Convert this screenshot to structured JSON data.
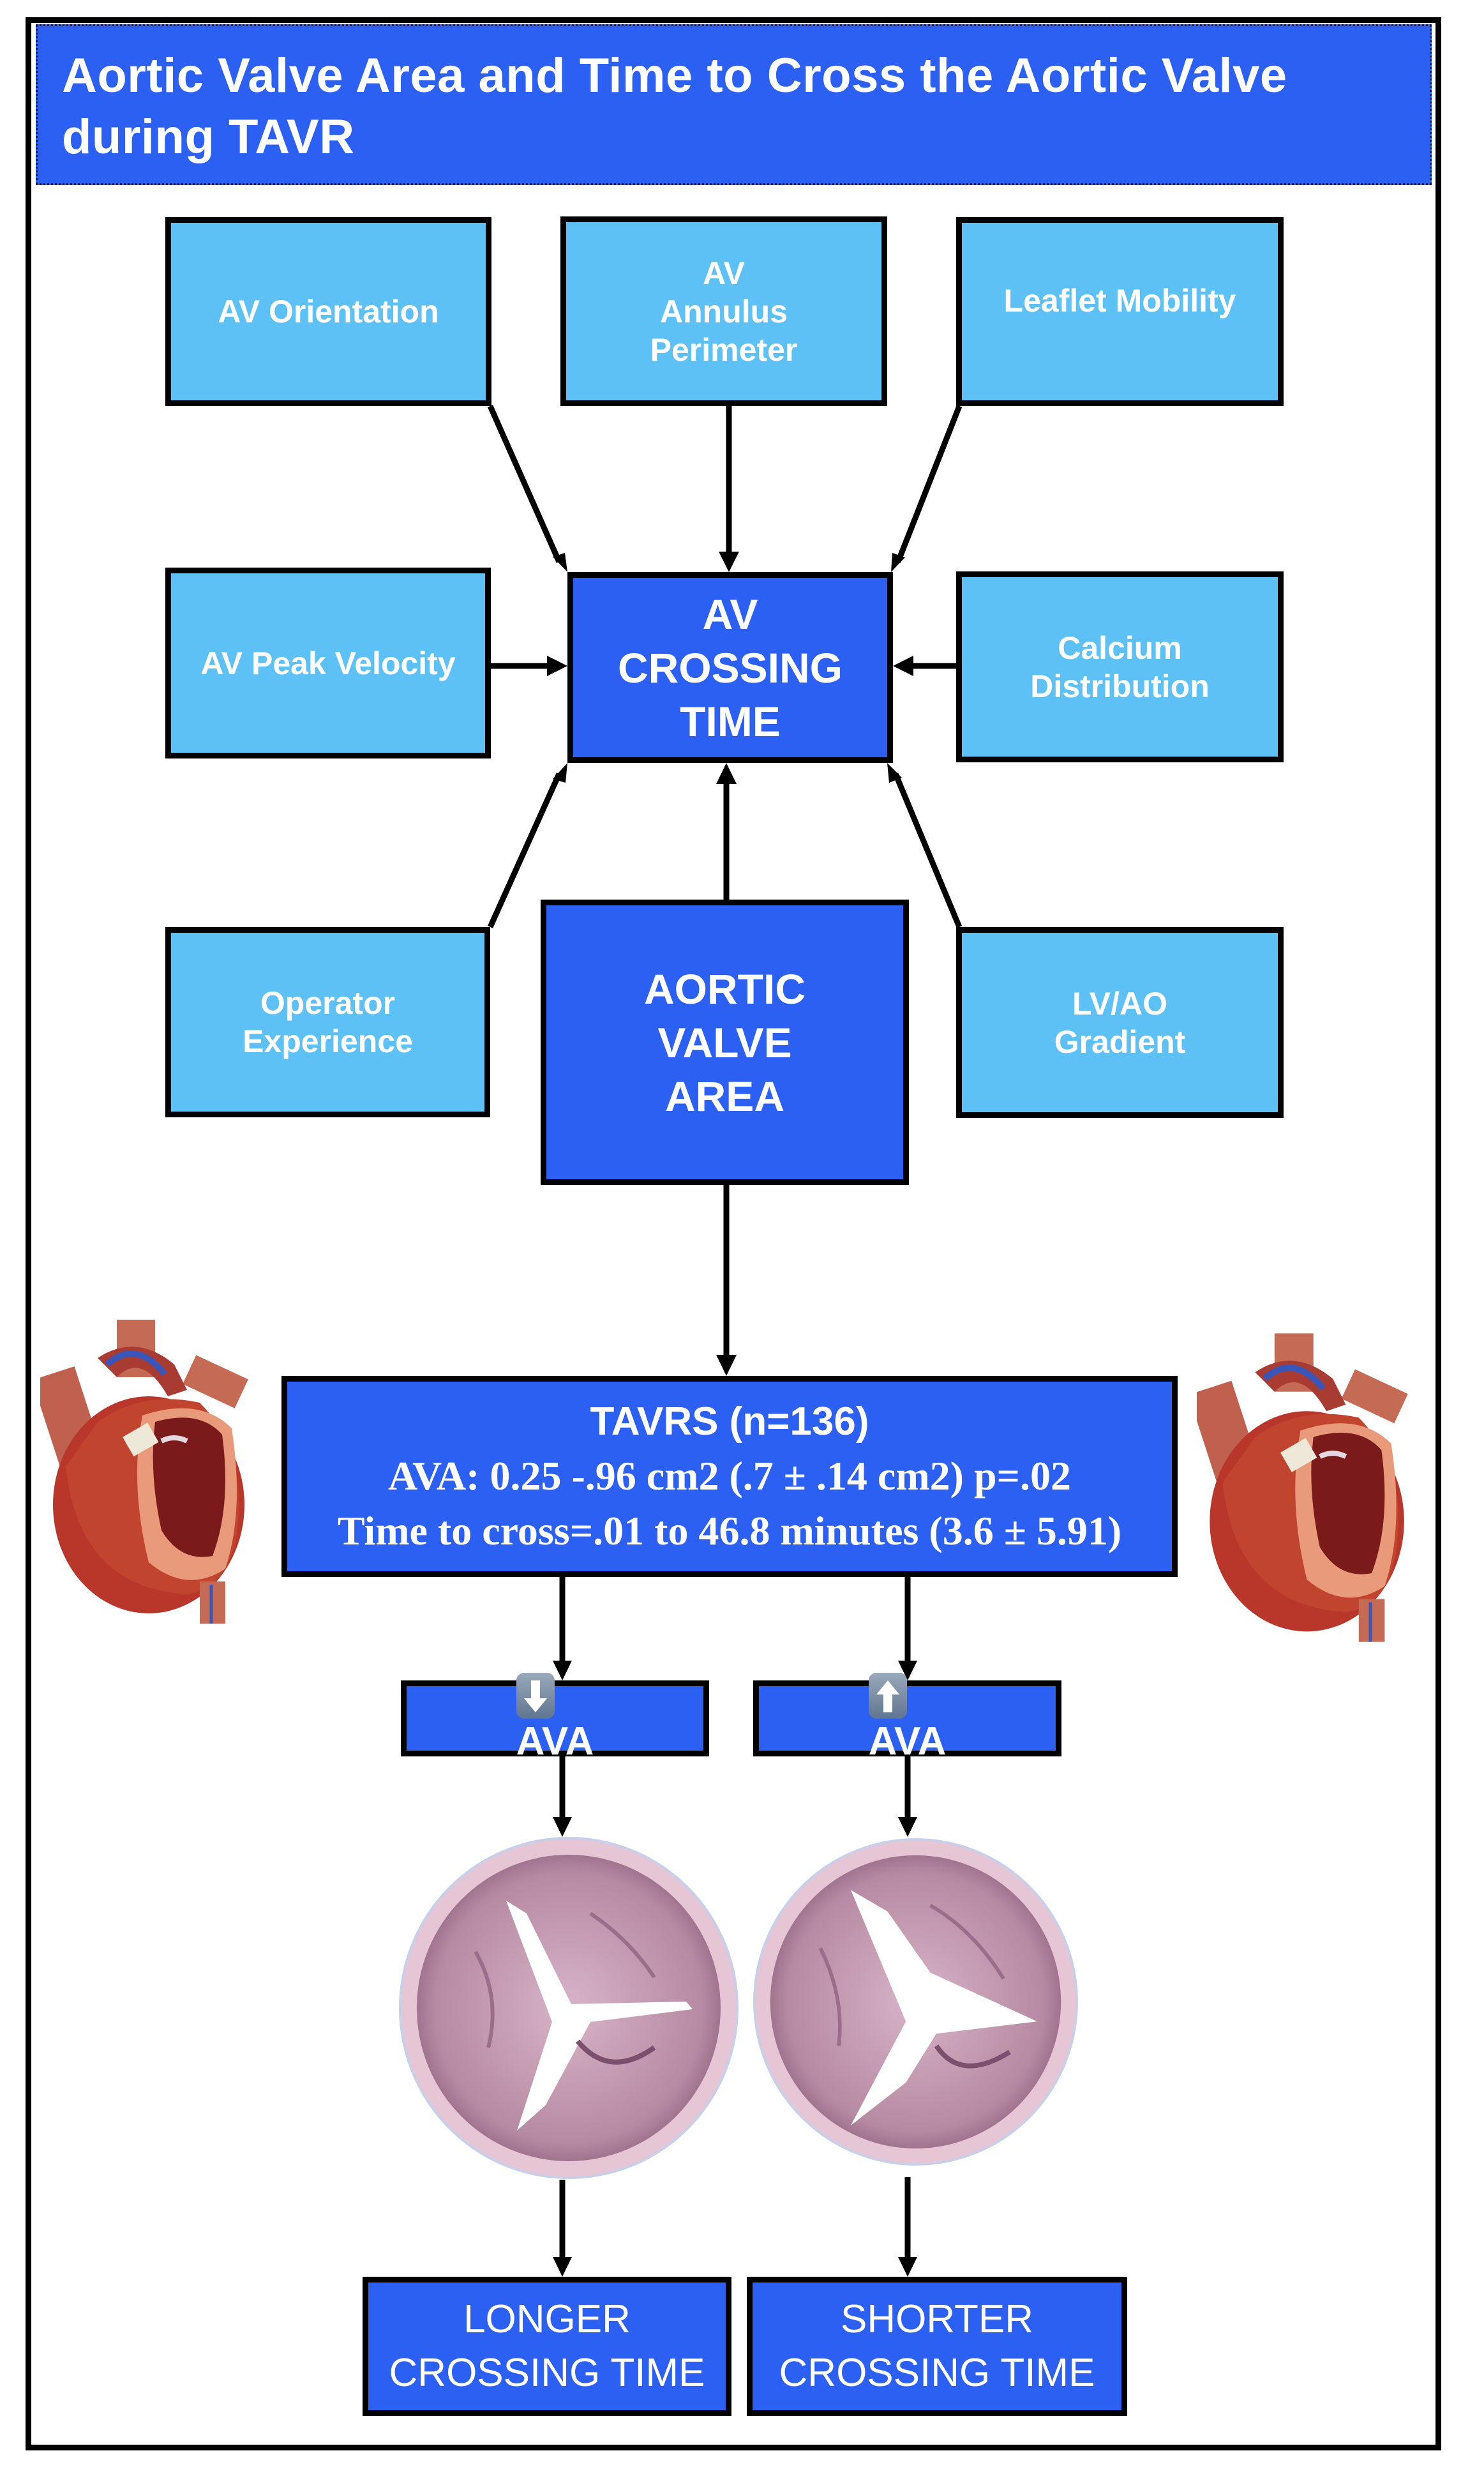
{
  "title": "Aortic Valve Area and Time to Cross the Aortic Valve during TAVR",
  "colors": {
    "primary_box": "#2B60F2",
    "factor_box": "#5DC1F5",
    "border": "#000000",
    "text": "#FFFFFF"
  },
  "factors": {
    "av_orientation": "AV Orientation",
    "av_annulus_perimeter": [
      "AV",
      "Annulus",
      "Perimeter"
    ],
    "leaflet_mobility": "Leaflet Mobility",
    "av_peak_velocity": "AV Peak Velocity",
    "calcium_distribution": [
      "Calcium",
      "Distribution"
    ],
    "operator_experience": [
      "Operator",
      "Experience"
    ],
    "lv_ao_gradient": [
      "LV/AO",
      "Gradient"
    ]
  },
  "av_crossing_time": [
    "AV",
    "CROSSING",
    "TIME"
  ],
  "aortic_valve_area": [
    "AORTIC",
    "VALVE",
    "AREA"
  ],
  "study": {
    "title": "TAVRS (n=136)",
    "ava_line": "AVA: 0.25 -.96 cm2 (.7 ± .14 cm2) p=.02",
    "time_line": "Time to cross=.01 to 46.8 minutes (3.6 ± 5.91)"
  },
  "branches": {
    "low": {
      "icon": "down-arrow-emoji",
      "label": "AVA",
      "outcome": [
        "LONGER",
        "CROSSING TIME"
      ]
    },
    "high": {
      "icon": "up-arrow-emoji",
      "label": "AVA",
      "outcome": [
        "SHORTER",
        "CROSSING TIME"
      ]
    }
  },
  "images": {
    "heart_left": "heart-tavr-illustration",
    "heart_right": "heart-tavr-illustration",
    "valve_left": "stenotic-aortic-valve",
    "valve_right": "stenotic-aortic-valve"
  }
}
